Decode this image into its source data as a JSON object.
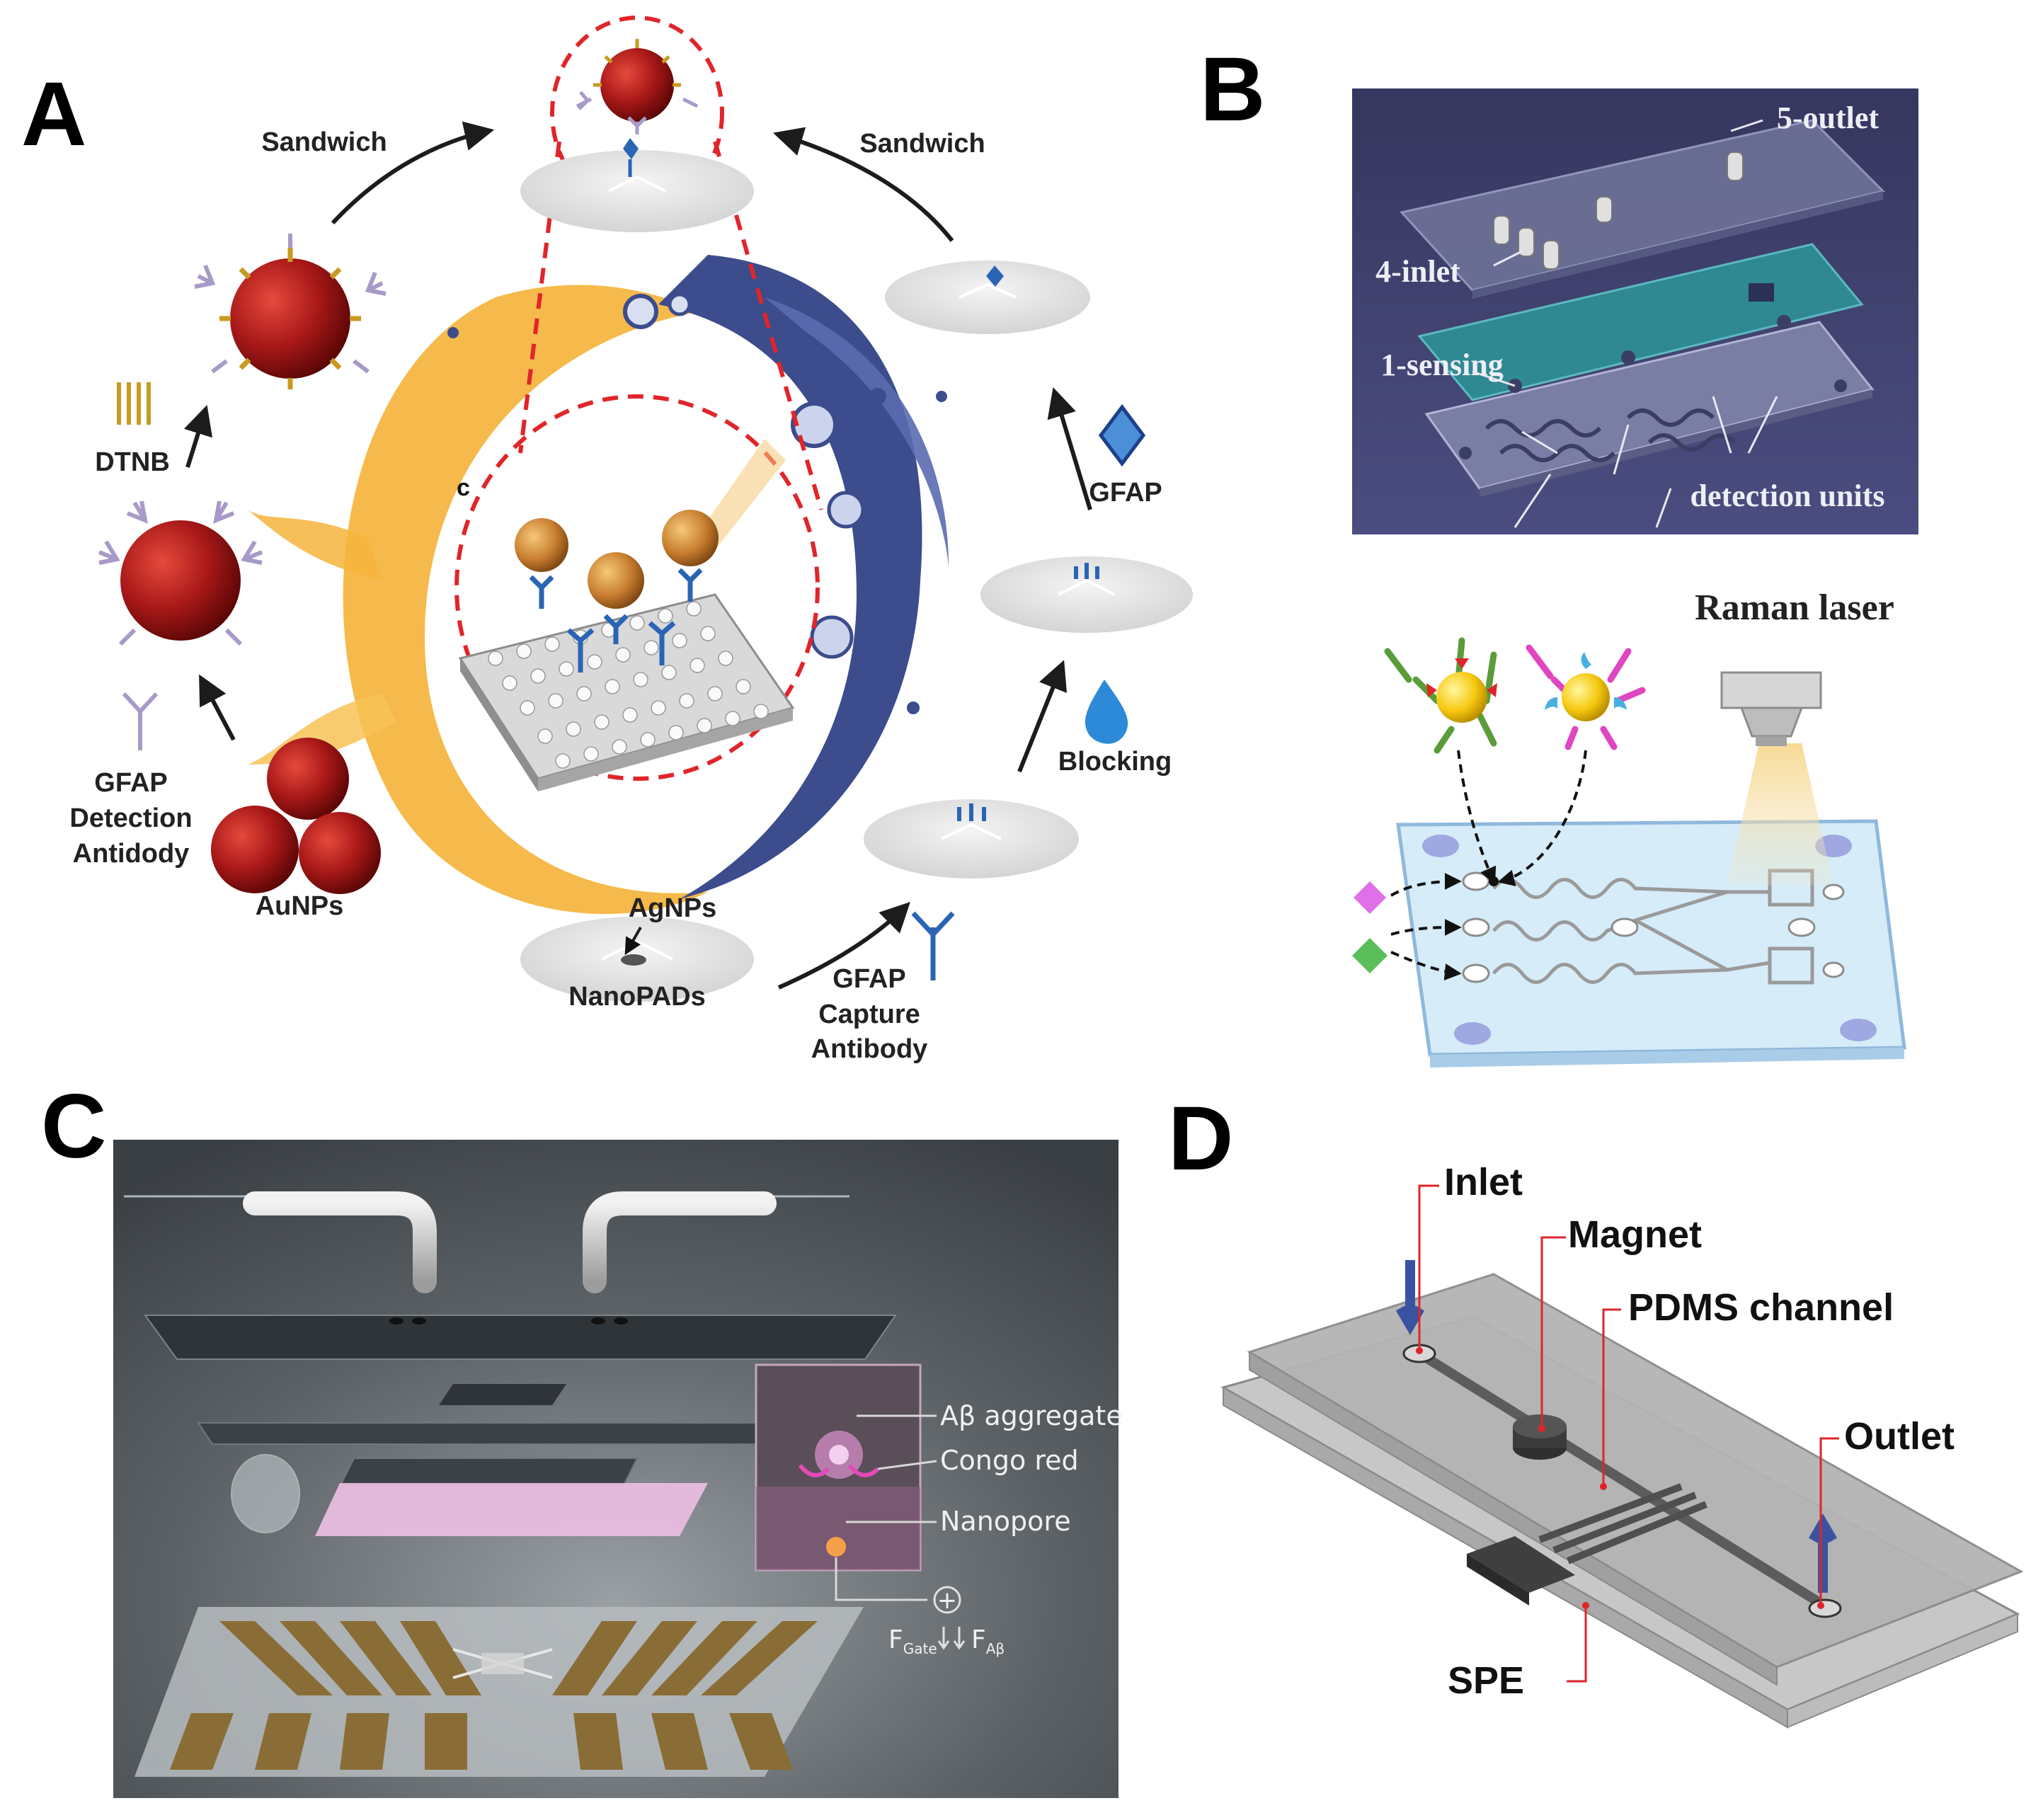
{
  "panels": {
    "a": {
      "letter": "A",
      "sandwich_left": "Sandwich",
      "sandwich_right": "Sandwich",
      "dtnb": "DTNB",
      "gfap_detection": [
        "GFAP",
        "Detection",
        "Antidody"
      ],
      "aunps": "AuNPs",
      "agnps": "AgNPs",
      "nanopads": "NanoPADs",
      "gfap_capture": [
        "GFAP",
        "Capture",
        "Antibody"
      ],
      "blocking": "Blocking",
      "gfap": "GFAP",
      "inner_c": "c"
    },
    "b": {
      "letter": "B",
      "outlet": "5-outlet",
      "inlet": "4-inlet",
      "sensing": "1-sensing",
      "detection_units": "detection units",
      "raman_laser": "Raman laser"
    },
    "c": {
      "letter": "C",
      "ab_aggregate": "Aβ aggregate",
      "congo_red": "Congo red",
      "nanopore": "Nanopore",
      "f_gate": "F",
      "f_gate_sub": "Gate",
      "f_ab": "F",
      "f_ab_sub": "Aβ",
      "plus": "+"
    },
    "d": {
      "letter": "D",
      "inlet": "Inlet",
      "magnet": "Magnet",
      "pdms_channel": "PDMS channel",
      "outlet": "Outlet",
      "spe": "SPE"
    }
  },
  "colors": {
    "nanoparticle_red": "#9b1414",
    "dashed_red": "#e0252a",
    "blue_swirl": "#3c4c8c",
    "yellow_swirl": "#f4b43c",
    "b_top_bg": "#3e3f6e",
    "c_bg": "#50555a",
    "d_chip": "#b9b9b9"
  }
}
